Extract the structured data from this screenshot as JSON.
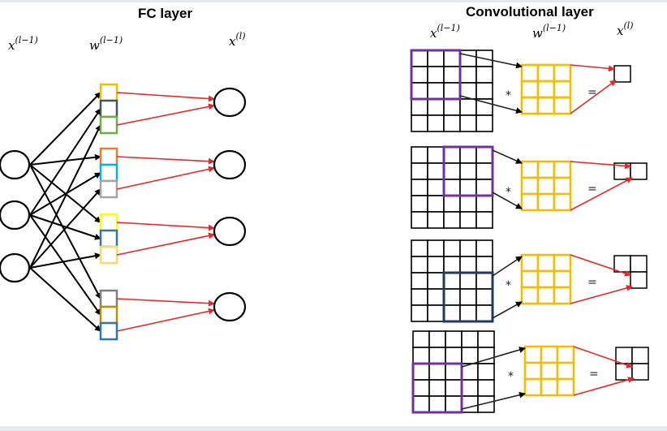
{
  "fc": {
    "title": "FC layer",
    "input_label": {
      "base": "x",
      "sup": "(l−1)"
    },
    "weight_label": {
      "base": "w",
      "sup": "(l−1)"
    },
    "output_label": {
      "base": "x",
      "sup": "(l)"
    }
  },
  "conv": {
    "title": "Convolutional layer",
    "input_label": {
      "base": "x",
      "sup": "(l−1)"
    },
    "weight_label": {
      "base": "w",
      "sup": "(l−1)"
    },
    "output_label": {
      "base": "x",
      "sup": "(l)"
    },
    "ops": {
      "conv": "*",
      "equals": "="
    }
  },
  "colors": {
    "connection": "#000000",
    "output_arrow": "#e8272a",
    "kernel": "#f5bc00",
    "window_purple": "#7030a0",
    "window_navy": "#1f3864",
    "weight_cells": [
      [
        "#f5bc00",
        "#44546a",
        "#70ad47"
      ],
      [
        "#ed7d31",
        "#00b0f0",
        "#a5a5a5"
      ],
      [
        "#ffff00",
        "#2e75b6",
        "#ffd966"
      ],
      [
        "#7f7f7f",
        "#bf9000",
        "#2e75b6"
      ]
    ]
  }
}
